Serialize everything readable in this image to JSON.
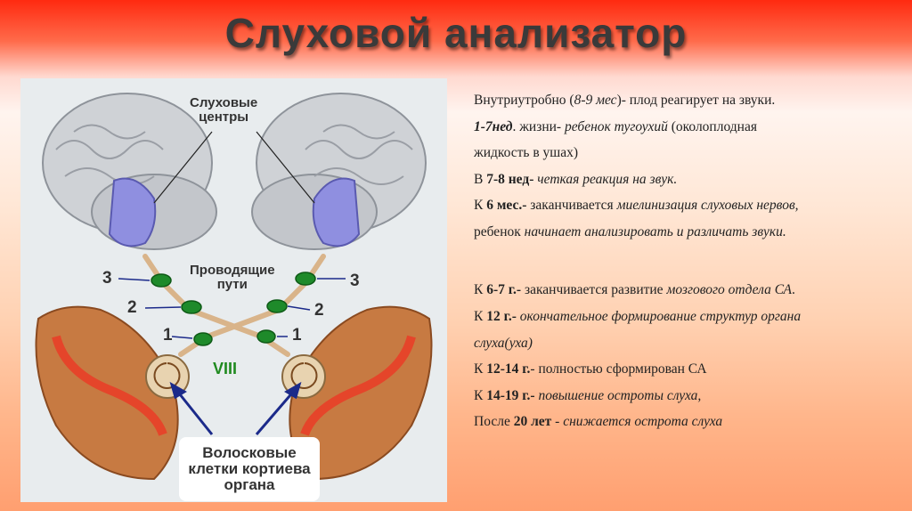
{
  "title": "Слуховой анализатор",
  "figure": {
    "label_auditory_centers_1": "Слуховые",
    "label_auditory_centers_2": "центры",
    "label_pathways_1": "Проводящие",
    "label_pathways_2": "пути",
    "label_hair_cells_1": "Волосковые",
    "label_hair_cells_2": "клетки кортиева",
    "label_hair_cells_3": "органа",
    "num_3": "3",
    "num_2": "2",
    "num_1": "1",
    "nerve_label": "VIII"
  },
  "notes": {
    "l1_a": "Внутриутробно  (",
    "l1_b": "8-9 мес",
    "l1_c": ")- плод реагирует на звуки.",
    "l2_a": "1-7нед",
    "l2_b": ". жизни- ",
    "l2_c": "ребенок тугоухий",
    "l2_d": " (околоплодная",
    "l3": "жидкость в ушах)",
    "l4_a": "В ",
    "l4_b": "7-8 нед-",
    "l4_c": " четкая реакция на звук.",
    "l5_a": "К ",
    "l5_b": "6 мес.-",
    "l5_c": " заканчивается ",
    "l5_d": "миелинизация слуховых нервов,",
    "l6_a": "ребенок ",
    "l6_b": "начинает анализировать и различать звуки.",
    "l7_a": "К ",
    "l7_b": "6-7 г.-",
    "l7_c": " заканчивается развитие ",
    "l7_d": "мозгового отдела СА",
    "l7_e": ".",
    "l8_a": "К ",
    "l8_b": "12 г.-",
    "l8_c": "  окончательное формирование структур органа",
    "l9": "слуха(уха)",
    "l10_a": "К ",
    "l10_b": "12-14 г.",
    "l10_c": "- полностью сформирован СА",
    "l11_a": "К ",
    "l11_b": "14-19 г.-",
    "l11_c": " повышение остроты слуха,",
    "l12_a": "После ",
    "l12_b": "20 лет",
    "l12_c": " -  ",
    "l12_d": "снижается острота слуха"
  },
  "colors": {
    "title": "#3a3a3a",
    "nerve": "#1f8a1f",
    "header_red": "#ff2a10"
  }
}
